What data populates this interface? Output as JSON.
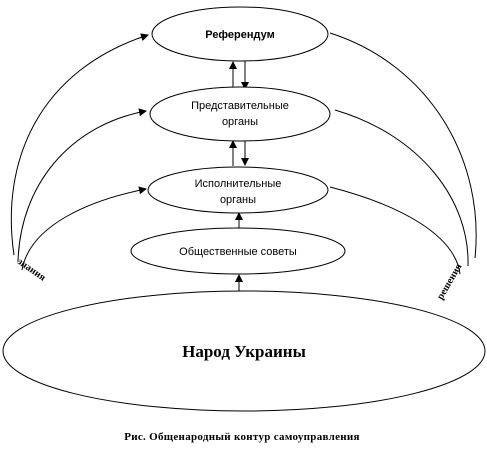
{
  "nodes": {
    "referendum": "Референдум",
    "representative_line1": "Представительные",
    "representative_line2": "органы",
    "executive_line1": "Исполнительные",
    "executive_line2": "органы",
    "public_councils": "Общественные советы",
    "people": "Народ Украины"
  },
  "side_labels": {
    "left": "знания",
    "right": "решения"
  },
  "caption": "Рис. Общенародный контур самоуправления"
}
